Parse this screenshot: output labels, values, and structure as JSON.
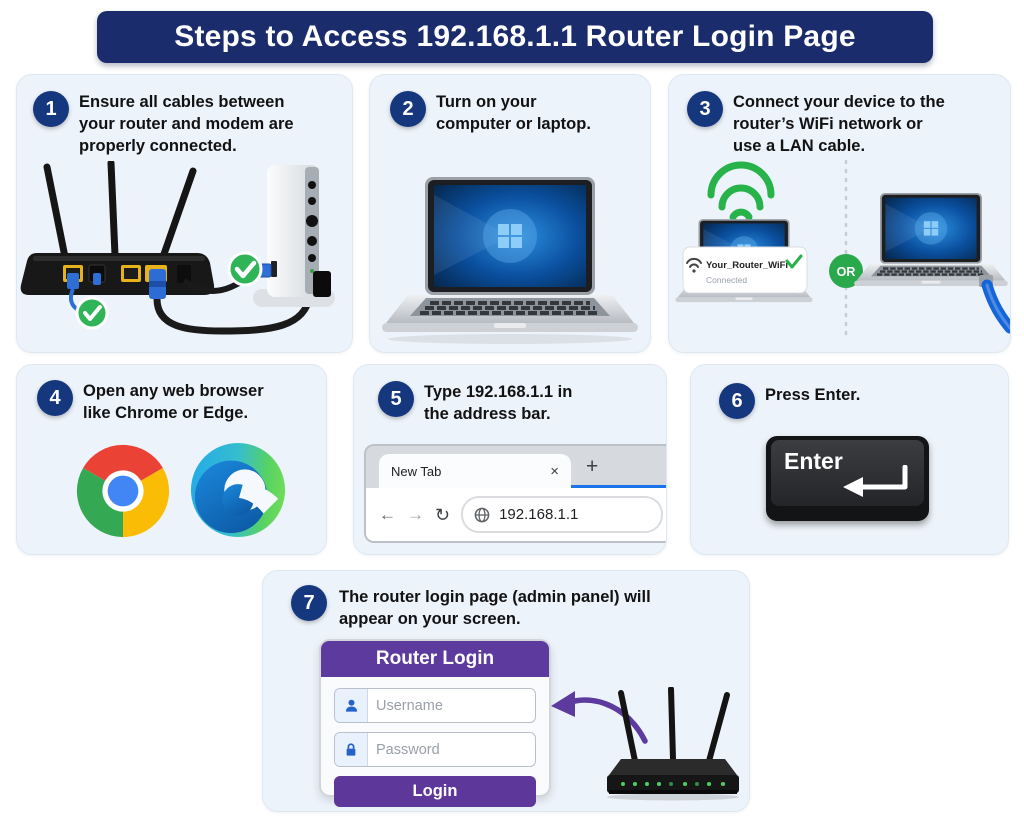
{
  "title": "Steps to Access 192.168.1.1 Router Login Page",
  "colors": {
    "banner_navy": "#1b2c6d",
    "badge_navy": "#15377e",
    "card_bg": "#edf3fa",
    "check_green": "#2fb457",
    "wifi_green": "#27b24a",
    "or_green": "#2aa84c",
    "browser_accent_blue": "#1a73e8",
    "cable_blue": "#1565d8",
    "purple": "#5d3a9e",
    "enter_key_black": "#131416",
    "chrome_red": "#EA4335",
    "chrome_yellow": "#FBBC05",
    "chrome_green": "#34A853",
    "chrome_blue": "#4285F4",
    "edge_blue": "#0c59a4",
    "edge_green": "#66d057"
  },
  "steps": [
    {
      "number": "1",
      "lines": [
        "Ensure all cables between",
        "your router and modem are",
        "properly connected."
      ]
    },
    {
      "number": "2",
      "lines": [
        "Turn on your",
        "computer or laptop."
      ]
    },
    {
      "number": "3",
      "lines": [
        "Connect your device to the",
        "router’s WiFi network or",
        "use a LAN cable."
      ]
    },
    {
      "number": "4",
      "lines": [
        "Open any web browser",
        "like Chrome or Edge."
      ]
    },
    {
      "number": "5",
      "lines": [
        "Type 192.168.1.1 in",
        "the address bar."
      ]
    },
    {
      "number": "6",
      "lines": [
        "Press Enter."
      ]
    },
    {
      "number": "7",
      "lines": [
        "The router login page (admin panel) will",
        "appear on your screen."
      ]
    }
  ],
  "step3": {
    "wifi_name": "Your_Router_WiFi",
    "wifi_status": "Connected",
    "or_label": "OR"
  },
  "step5": {
    "tab_title": "New Tab",
    "address": "192.168.1.1"
  },
  "step6": {
    "key_label": "Enter"
  },
  "step7": {
    "panel_title": "Router Login",
    "username_placeholder": "Username",
    "password_placeholder": "Password",
    "login_label": "Login"
  },
  "icons": {
    "back": "←",
    "forward": "→",
    "reload": "↻",
    "close": "×",
    "new_tab": "+"
  }
}
